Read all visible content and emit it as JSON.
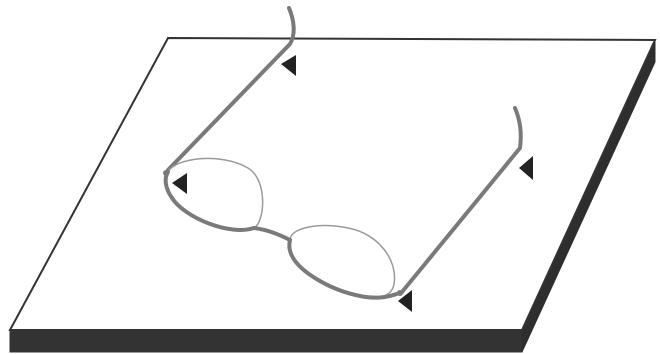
{
  "illustration": {
    "subject": "eyeglasses-on-tilted-board",
    "colors": {
      "background": "#ffffff",
      "board_top_fill": "#ffffff",
      "board_outline": "#333333",
      "board_edge_front": "#333333",
      "board_edge_right": "#2e2e2e",
      "frame": "#7a7a7a",
      "lens_rim": "#9a9a9a",
      "arrowhead": "#222222"
    },
    "markers": [
      {
        "id": "left-temple-tip",
        "shape": "triangle-arrowhead"
      },
      {
        "id": "left-hinge",
        "shape": "triangle-arrowhead"
      },
      {
        "id": "right-temple-tip",
        "shape": "triangle-arrowhead"
      },
      {
        "id": "right-hinge",
        "shape": "triangle-arrowhead"
      }
    ]
  }
}
